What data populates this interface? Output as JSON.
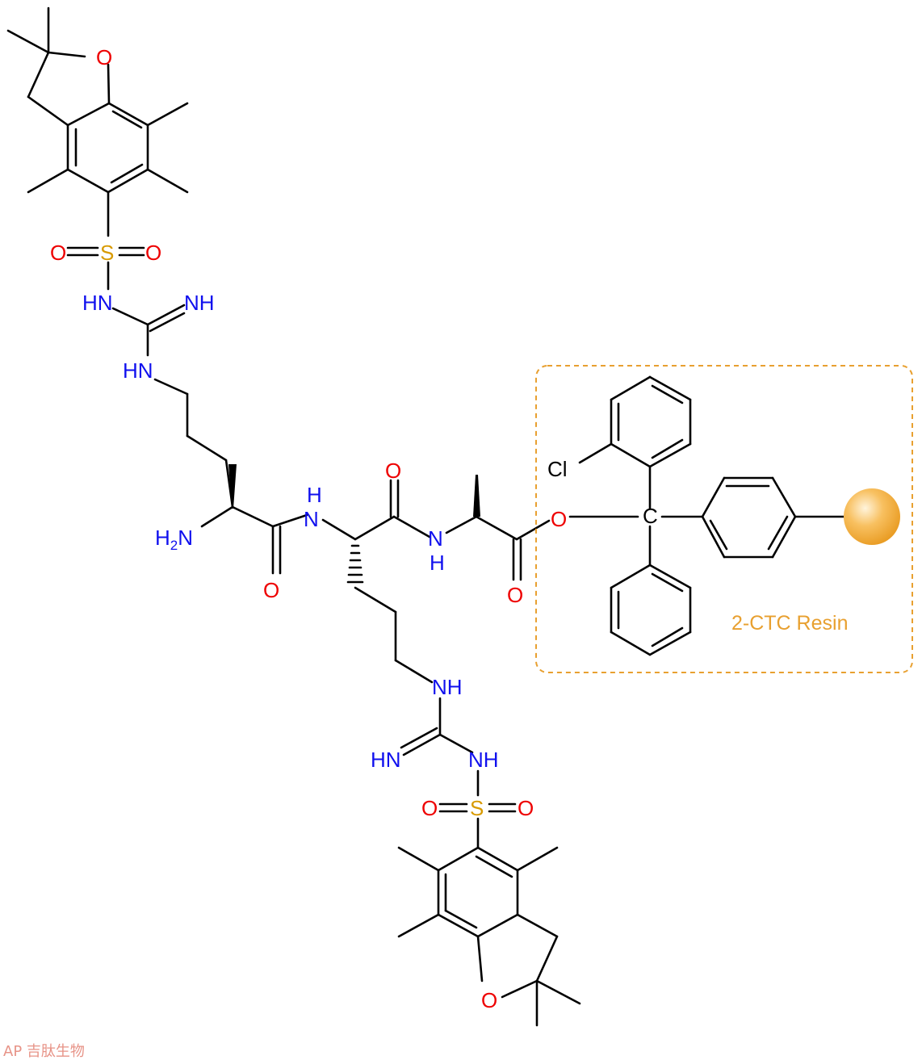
{
  "colors": {
    "nitrogen": "#1010ee",
    "oxygen": "#ee0000",
    "sulfur": "#d89a00",
    "carbon": "#000000",
    "resin": "#f0a830",
    "resin_box": "#e8a030"
  },
  "labels": {
    "o": "O",
    "s": "S",
    "nh": "NH",
    "hn": "HN",
    "n": "N",
    "h": "H",
    "h2n": "H2N",
    "cl": "Cl",
    "c": "C"
  },
  "resin": {
    "label": "2-CTC Resin"
  },
  "watermark": "AP 吉肽生物"
}
